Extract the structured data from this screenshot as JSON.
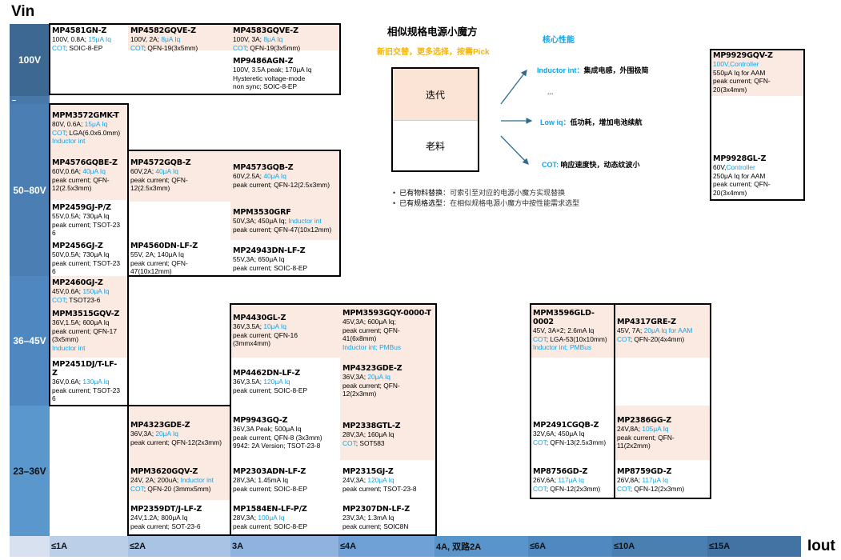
{
  "axes": {
    "vin_label": "Vin",
    "iout_label": "Iout",
    "vin_bands": [
      "100V",
      "–",
      "50–80V",
      "36–45V",
      "23–36V"
    ],
    "iout_bands": [
      "≤1A",
      "≤2A",
      "3A",
      "≤4A",
      "4A, 双路2A",
      "≤6A",
      "≤10A",
      "≤15A"
    ]
  },
  "colors": {
    "highlight": "#12a3e6",
    "iterated_bg": "#fbeae1",
    "subtitle": "#f7b500"
  },
  "panel": {
    "title": "相似规格电源小魔方",
    "subtitle": "新旧交替，更多选择，按需Pick",
    "legend_iterated": "迭代",
    "legend_old": "老料",
    "core_title": "核心性能",
    "features": [
      {
        "key": "Inductor int：",
        "desc": "集成电感，外围极简"
      },
      {
        "key": "...",
        "desc": ""
      },
      {
        "key": "Low iq：",
        "desc": "低功耗，增加电池续航"
      },
      {
        "key": "COT: ",
        "desc": "响应速度快，动态纹波小"
      }
    ],
    "bullets": [
      {
        "key": "已有物料替换",
        "desc": "：可索引至对应的电源小魔方实现替换"
      },
      {
        "key": "已有规格选型",
        "desc": "：在相似规格电源小魔方中按性能需求选型"
      }
    ]
  },
  "parts": [
    {
      "name": "MP4581GN-Z",
      "lines": [
        [
          [
            "100V, 0.8A; ",
            0
          ],
          [
            "15μA Iq",
            1
          ]
        ],
        [
          [
            "COT",
            1
          ],
          [
            "; SOIC-8-EP",
            0
          ]
        ]
      ]
    },
    {
      "name": "MP4582GQVE-Z",
      "lines": [
        [
          [
            "100V, 2A; ",
            0
          ],
          [
            "8μA Iq",
            1
          ]
        ],
        [
          [
            "COT",
            1
          ],
          [
            "; QFN-19(3x5mm)",
            0
          ]
        ]
      ]
    },
    {
      "name": "MP4583GQVE-Z",
      "lines": [
        [
          [
            "100V, 3A; ",
            0
          ],
          [
            "8μA Iq",
            1
          ]
        ],
        [
          [
            "COT",
            1
          ],
          [
            "; QFN-19(3x5mm)",
            0
          ]
        ]
      ]
    },
    {
      "name": "MP9486AGN-Z",
      "lines": [
        [
          [
            "100V, 3.5A peak; 170μA Iq",
            0
          ]
        ],
        [
          [
            "Hysteretic voltage-mode",
            0
          ]
        ],
        [
          [
            "non sync; SOIC-8-EP",
            0
          ]
        ]
      ]
    },
    {
      "name": "MPM3572GMK-T",
      "lines": [
        [
          [
            "80V, 0.6A; ",
            0
          ],
          [
            "15μA Iq",
            1
          ]
        ],
        [
          [
            "COT",
            1
          ],
          [
            "; LGA(6.0x6.0mm)",
            0
          ]
        ],
        [
          [
            "Inductor int",
            1
          ]
        ]
      ]
    },
    {
      "name": "MP4576GQBE-Z",
      "lines": [
        [
          [
            "60V,0.6A;  ",
            0
          ],
          [
            "40μA Iq",
            1
          ]
        ],
        [
          [
            "peak current; QFN-",
            0
          ]
        ],
        [
          [
            "12(2.5x3mm)",
            0
          ]
        ]
      ]
    },
    {
      "name": "MP4572GQB-Z",
      "lines": [
        [
          [
            "60V,2A;  ",
            0
          ],
          [
            "40μA Iq",
            1
          ]
        ],
        [
          [
            "peak current; QFN-",
            0
          ]
        ],
        [
          [
            "12(2.5x3mm)",
            0
          ]
        ]
      ]
    },
    {
      "name": "MP4573GQB-Z",
      "lines": [
        [
          [
            "60V,2.5A;  ",
            0
          ],
          [
            "40μA Iq",
            1
          ]
        ],
        [
          [
            "peak current; QFN-12(2.5x3mm)",
            0
          ]
        ]
      ]
    },
    {
      "name": "MP2459GJ-P/Z",
      "lines": [
        [
          [
            "55V,0.5A; 730μA Iq",
            0
          ]
        ],
        [
          [
            "peak current; TSOT-23",
            0
          ]
        ],
        [
          [
            "6",
            0
          ]
        ]
      ]
    },
    {
      "name": "MPM3530GRF",
      "lines": [
        [
          [
            "50V,3A; 450μA Iq; ",
            0
          ],
          [
            "Inductor int",
            1
          ]
        ],
        [
          [
            "peak current; QFN-47(10x12mm)",
            0
          ]
        ]
      ]
    },
    {
      "name": "MP2456GJ-Z",
      "lines": [
        [
          [
            "50V,0.5A; 730μA Iq",
            0
          ]
        ],
        [
          [
            "peak current; TSOT-23",
            0
          ]
        ],
        [
          [
            "6",
            0
          ]
        ]
      ]
    },
    {
      "name": "MP4560DN-LF-Z",
      "lines": [
        [
          [
            "55V, 2A; 140μA Iq",
            0
          ]
        ],
        [
          [
            "peak current; QFN-",
            0
          ]
        ],
        [
          [
            "47(10x12mm)",
            0
          ]
        ]
      ]
    },
    {
      "name": "MP24943DN-LF-Z",
      "lines": [
        [
          [
            "55V,3A; 650μA Iq",
            0
          ]
        ],
        [
          [
            "peak current; SOIC-8-EP",
            0
          ]
        ]
      ]
    },
    {
      "name": "MP2460GJ-Z",
      "lines": [
        [
          [
            "45V,0.6A; ",
            0
          ],
          [
            "150μA Iq",
            1
          ]
        ],
        [
          [
            "COT",
            1
          ],
          [
            "; TSOT23-6",
            0
          ]
        ]
      ]
    },
    {
      "name": "MPM3515GQV-Z",
      "lines": [
        [
          [
            "36V,1.5A; 600μA Iq",
            0
          ]
        ],
        [
          [
            "peak current; QFN-17",
            0
          ]
        ],
        [
          [
            "(3x5mm)",
            0
          ]
        ],
        [
          [
            "Inductor int",
            1
          ]
        ]
      ]
    },
    {
      "name": "MP2451DJ/T-LF-\nZ",
      "lines": [
        [
          [
            "36V,0.6A; ",
            0
          ],
          [
            "130μA Iq",
            1
          ]
        ],
        [
          [
            "peak current; TSOT-23",
            0
          ]
        ],
        [
          [
            "6",
            0
          ]
        ]
      ]
    },
    {
      "name": "MP4430GL-Z",
      "lines": [
        [
          [
            "36V,3.5A; ",
            0
          ],
          [
            "10μA Iq",
            1
          ]
        ],
        [
          [
            "peak current; QFN-16",
            0
          ]
        ],
        [
          [
            "(3mmx4mm)",
            0
          ]
        ]
      ]
    },
    {
      "name": "MPM3593GQY-0000-T",
      "lines": [
        [
          [
            "45V,3A; 600μA Iq;",
            0
          ]
        ],
        [
          [
            "peak current; QFN-",
            0
          ]
        ],
        [
          [
            "41(6x8mm)",
            0
          ]
        ],
        [
          [
            "Inductor int; PMBus",
            1
          ]
        ]
      ]
    },
    {
      "name": "MP4462DN-LF-Z",
      "lines": [
        [
          [
            "36V,3.5A; ",
            0
          ],
          [
            "120μA Iq",
            1
          ]
        ],
        [
          [
            "peak current; SOIC-8-EP",
            0
          ]
        ]
      ]
    },
    {
      "name": "MP4323GDE-Z",
      "lines": [
        [
          [
            "36V,3A; ",
            0
          ],
          [
            "20μA Iq",
            1
          ]
        ],
        [
          [
            "peak current; QFN-",
            0
          ]
        ],
        [
          [
            "12(2x3mm)",
            0
          ]
        ]
      ]
    },
    {
      "name": "MPM3596GLD-\n0002",
      "lines": [
        [
          [
            "45V, 3A×2; 2.6mA Iq",
            0
          ]
        ],
        [
          [
            "COT",
            1
          ],
          [
            "; LGA-53(10x10mm)",
            0
          ]
        ],
        [
          [
            "Inductor int; PMBus",
            1
          ]
        ]
      ]
    },
    {
      "name": "MP4317GRE-Z",
      "lines": [
        [
          [
            "45V, 7A; ",
            0
          ],
          [
            "20μA Iq for AAM",
            1
          ]
        ],
        [
          [
            "COT",
            1
          ],
          [
            "; QFN-20(4x4mm)",
            0
          ]
        ]
      ]
    },
    {
      "name": "MP4323GDE-Z",
      "lines": [
        [
          [
            "36V,3A; ",
            0
          ],
          [
            "20μA Iq",
            1
          ]
        ],
        [
          [
            "peak current; QFN-12(2x3mm)",
            0
          ]
        ]
      ]
    },
    {
      "name": "MP9943GQ-Z",
      "lines": [
        [
          [
            "36V,3A Peak; 500μA Iq",
            0
          ]
        ],
        [
          [
            "peak current; QFN-8 (3x3mm)",
            0
          ]
        ],
        [
          [
            "9942: 2A Version; TSOT-23-8",
            0
          ]
        ]
      ]
    },
    {
      "name": "MP2338GTL-Z",
      "lines": [
        [
          [
            "28V,3A; 160μA Iq",
            0
          ]
        ],
        [
          [
            "COT",
            1
          ],
          [
            "; SOT583",
            0
          ]
        ]
      ]
    },
    {
      "name": "MPM3620GQV-Z",
      "lines": [
        [
          [
            "24V, 2A; 200uA; ",
            0
          ],
          [
            "Inductor int",
            1
          ]
        ],
        [
          [
            "COT",
            1
          ],
          [
            "; QFN-20 (3mmx5mm)",
            0
          ]
        ]
      ]
    },
    {
      "name": "MP2303ADN-LF-Z",
      "lines": [
        [
          [
            "28V,3A; 1.45mA Iq",
            0
          ]
        ],
        [
          [
            "peak current; SOIC-8-EP",
            0
          ]
        ]
      ]
    },
    {
      "name": "MP2315GJ-Z",
      "lines": [
        [
          [
            "24V,3A; ",
            0
          ],
          [
            "120μA Iq",
            1
          ]
        ],
        [
          [
            "peak current; TSOT-23-8",
            0
          ]
        ]
      ]
    },
    {
      "name": "MP2359DT/J-LF-Z",
      "lines": [
        [
          [
            "24V,1.2A; 800μA Iq",
            0
          ]
        ],
        [
          [
            "peak current; SOT-23-6",
            0
          ]
        ]
      ]
    },
    {
      "name": "MP1584EN-LF-P/Z",
      "lines": [
        [
          [
            "28V,3A; ",
            0
          ],
          [
            "100μA Iq",
            1
          ]
        ],
        [
          [
            "peak current; SOIC-8-EP",
            0
          ]
        ]
      ]
    },
    {
      "name": "MP2307DN-LF-Z",
      "lines": [
        [
          [
            "23V,3A; 1.3mA Iq",
            0
          ]
        ],
        [
          [
            "peak current; SOIC8N",
            0
          ]
        ]
      ]
    },
    {
      "name": "MP2491CGQB-Z",
      "lines": [
        [
          [
            "32V,6A; 450μA Iq",
            0
          ]
        ],
        [
          [
            "COT",
            1
          ],
          [
            "; QFN-13(2.5x3mm)",
            0
          ]
        ]
      ]
    },
    {
      "name": "MP2386GG-Z",
      "lines": [
        [
          [
            "24V,8A; ",
            0
          ],
          [
            "105μA Iq",
            1
          ]
        ],
        [
          [
            "peak current; QFN-",
            0
          ]
        ],
        [
          [
            "11(2x2mm)",
            0
          ]
        ]
      ]
    },
    {
      "name": "MP8756GD-Z",
      "lines": [
        [
          [
            "26V,6A; ",
            0
          ],
          [
            "117μA Iq",
            1
          ]
        ],
        [
          [
            "COT",
            1
          ],
          [
            "; QFN-12(2x3mm)",
            0
          ]
        ]
      ]
    },
    {
      "name": "MP8759GD-Z",
      "lines": [
        [
          [
            "26V,8A; ",
            0
          ],
          [
            "117μA Iq",
            1
          ]
        ],
        [
          [
            "COT",
            1
          ],
          [
            "; QFN-12(2x3mm)",
            0
          ]
        ]
      ]
    },
    {
      "name": "MP9929GQV-Z",
      "lines": [
        [
          [
            "100V,Controller",
            1
          ]
        ],
        [
          [
            "550μA Iq for AAM",
            0
          ]
        ],
        [
          [
            "peak current; QFN-",
            0
          ]
        ],
        [
          [
            "20(3x4mm)",
            0
          ]
        ]
      ]
    },
    {
      "name": "MP9928GL-Z",
      "lines": [
        [
          [
            "60V,",
            0
          ],
          [
            "Controller",
            1
          ]
        ],
        [
          [
            "250μA Iq for AAM",
            0
          ]
        ],
        [
          [
            "peak current; QFN-",
            0
          ]
        ],
        [
          [
            "20(3x4mm)",
            0
          ]
        ]
      ]
    }
  ]
}
